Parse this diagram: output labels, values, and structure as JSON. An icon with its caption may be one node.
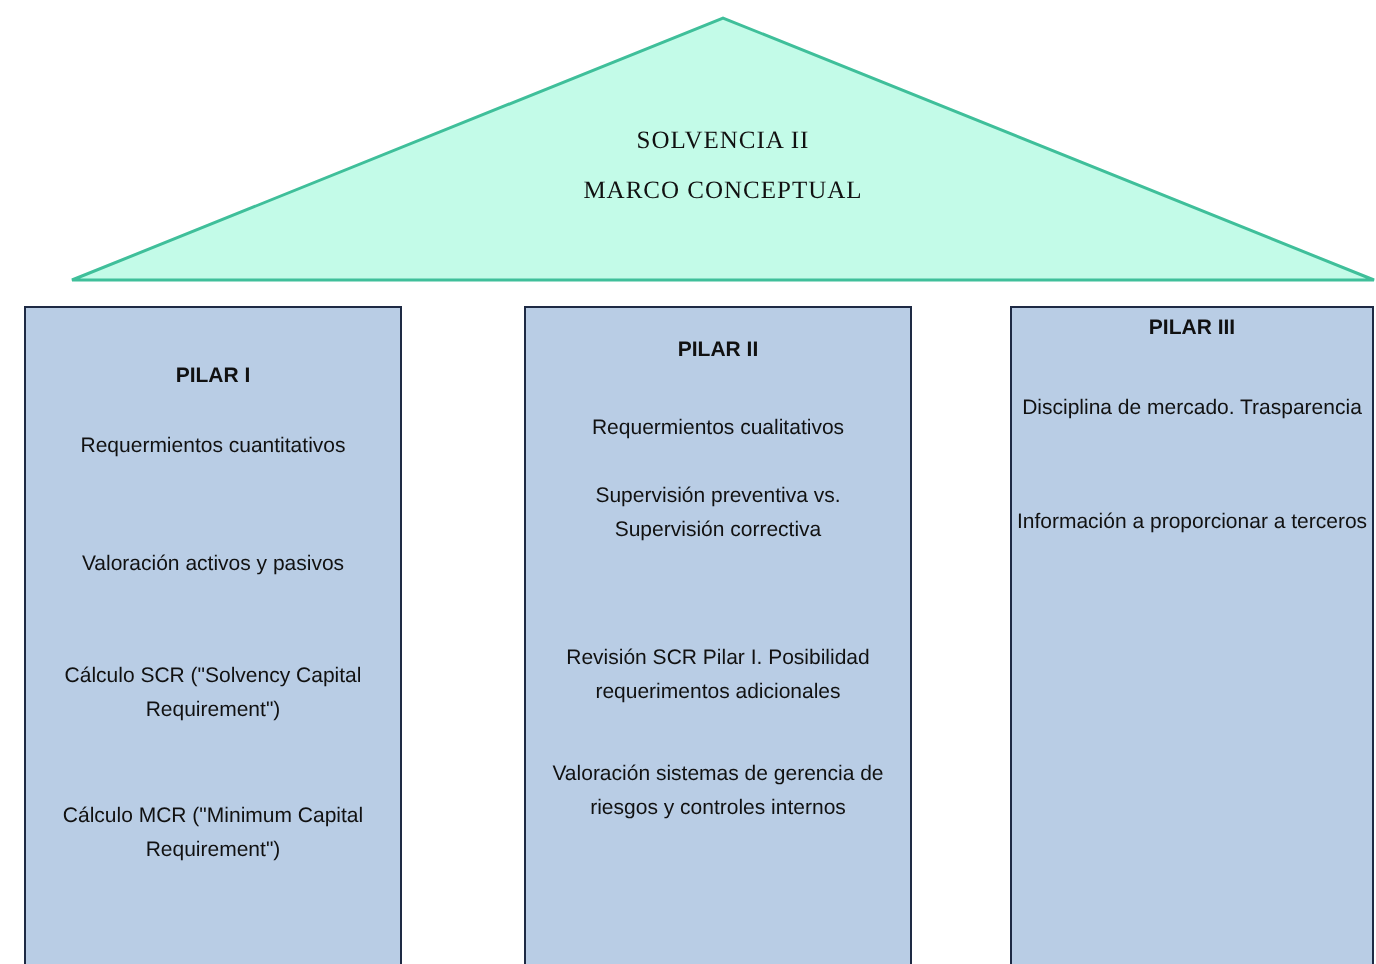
{
  "diagram": {
    "nodes": [
      {
        "text": [
          "SOLVENCIA II",
          "MARCO CONCEPTUAL"
        ]
      },
      {
        "text": [
          "PILAR I",
          "Requermientos cuantitativos",
          "Valoración activos y pasivos",
          "Cálculo SCR (\"Solvency Capital Requirement\")",
          "Cálculo MCR (\"Minimum Capital Requirement\")"
        ]
      },
      {
        "text": [
          "PILAR II",
          "Requermientos cualitativos",
          "Supervisión preventiva vs. Supervisión correctiva",
          "Revisión SCR Pilar I. Posibilidad requerimentos adicionales",
          "Valoración sistemas de gerencia de riesgos y controles internos"
        ]
      },
      {
        "text": [
          "PILAR III",
          "Disciplina de mercado. Trasparencia",
          "Información a proporcionar a terceros"
        ]
      }
    ]
  }
}
